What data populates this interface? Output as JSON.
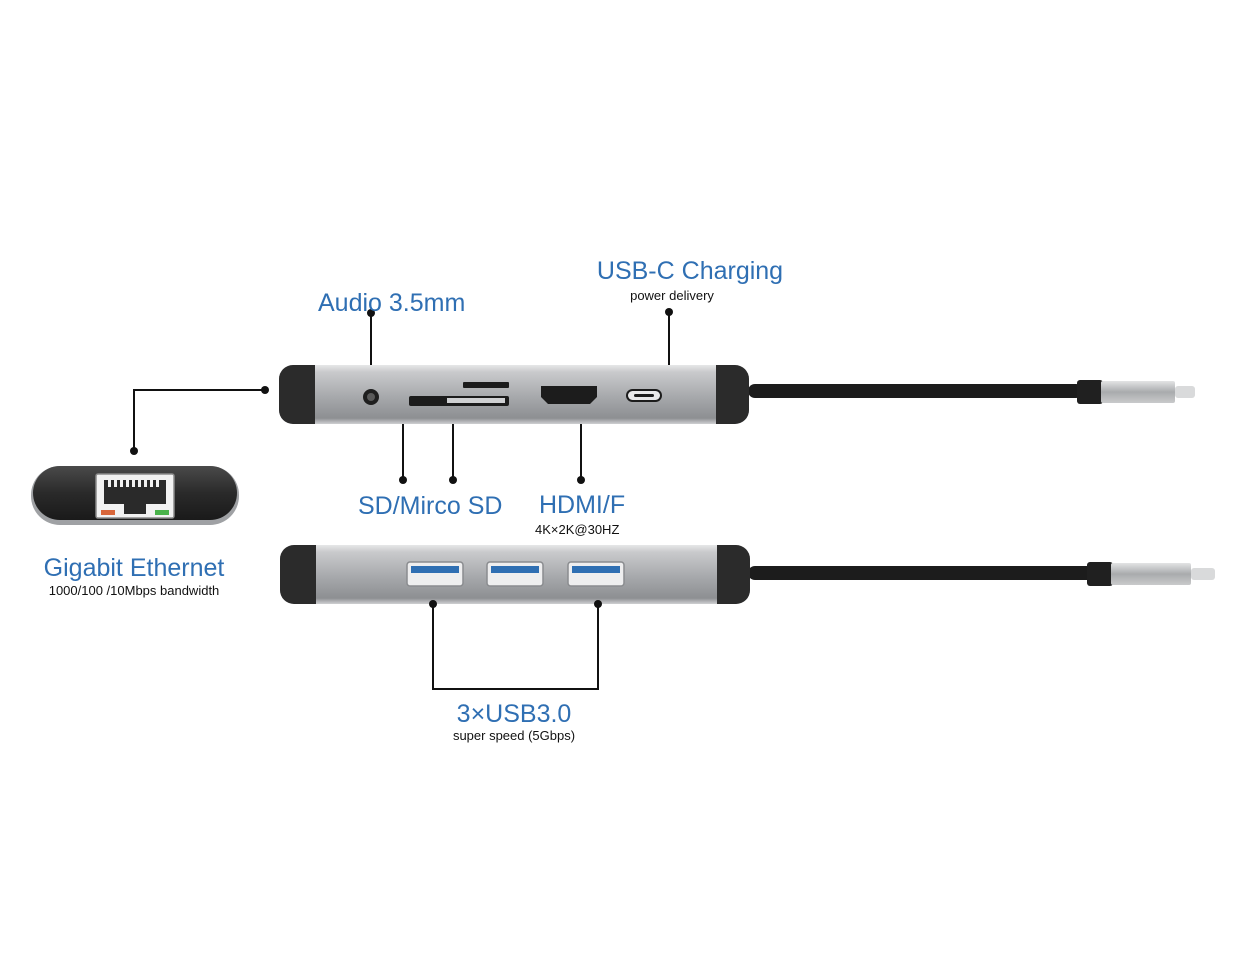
{
  "colors": {
    "label_blue": "#2f6fb3",
    "body_silver": "#a6a8ab",
    "end_cap": "#2b2b2b",
    "cable": "#1c1c1c",
    "leader": "#111111",
    "led_orange": "#d8663a",
    "led_green": "#49b24a"
  },
  "labels": {
    "audio": {
      "title": "Audio 3.5mm"
    },
    "usbc": {
      "title": "USB-C Charging",
      "subtitle": "power delivery"
    },
    "sd": {
      "title": "SD/Mirco SD"
    },
    "hdmi": {
      "title": "HDMI/F",
      "subtitle": "4K×2K@30HZ"
    },
    "ethernet": {
      "title": "Gigabit Ethernet",
      "subtitle": "1000/100 /10Mbps bandwidth"
    },
    "usb3": {
      "title": "3×USB3.0",
      "subtitle": "super speed (5Gbps)"
    }
  },
  "icons": {
    "hub_top": "usb-c-hub-side-view",
    "hub_bottom": "usb-c-hub-side-view",
    "ethernet": "rj45-port-icon"
  }
}
